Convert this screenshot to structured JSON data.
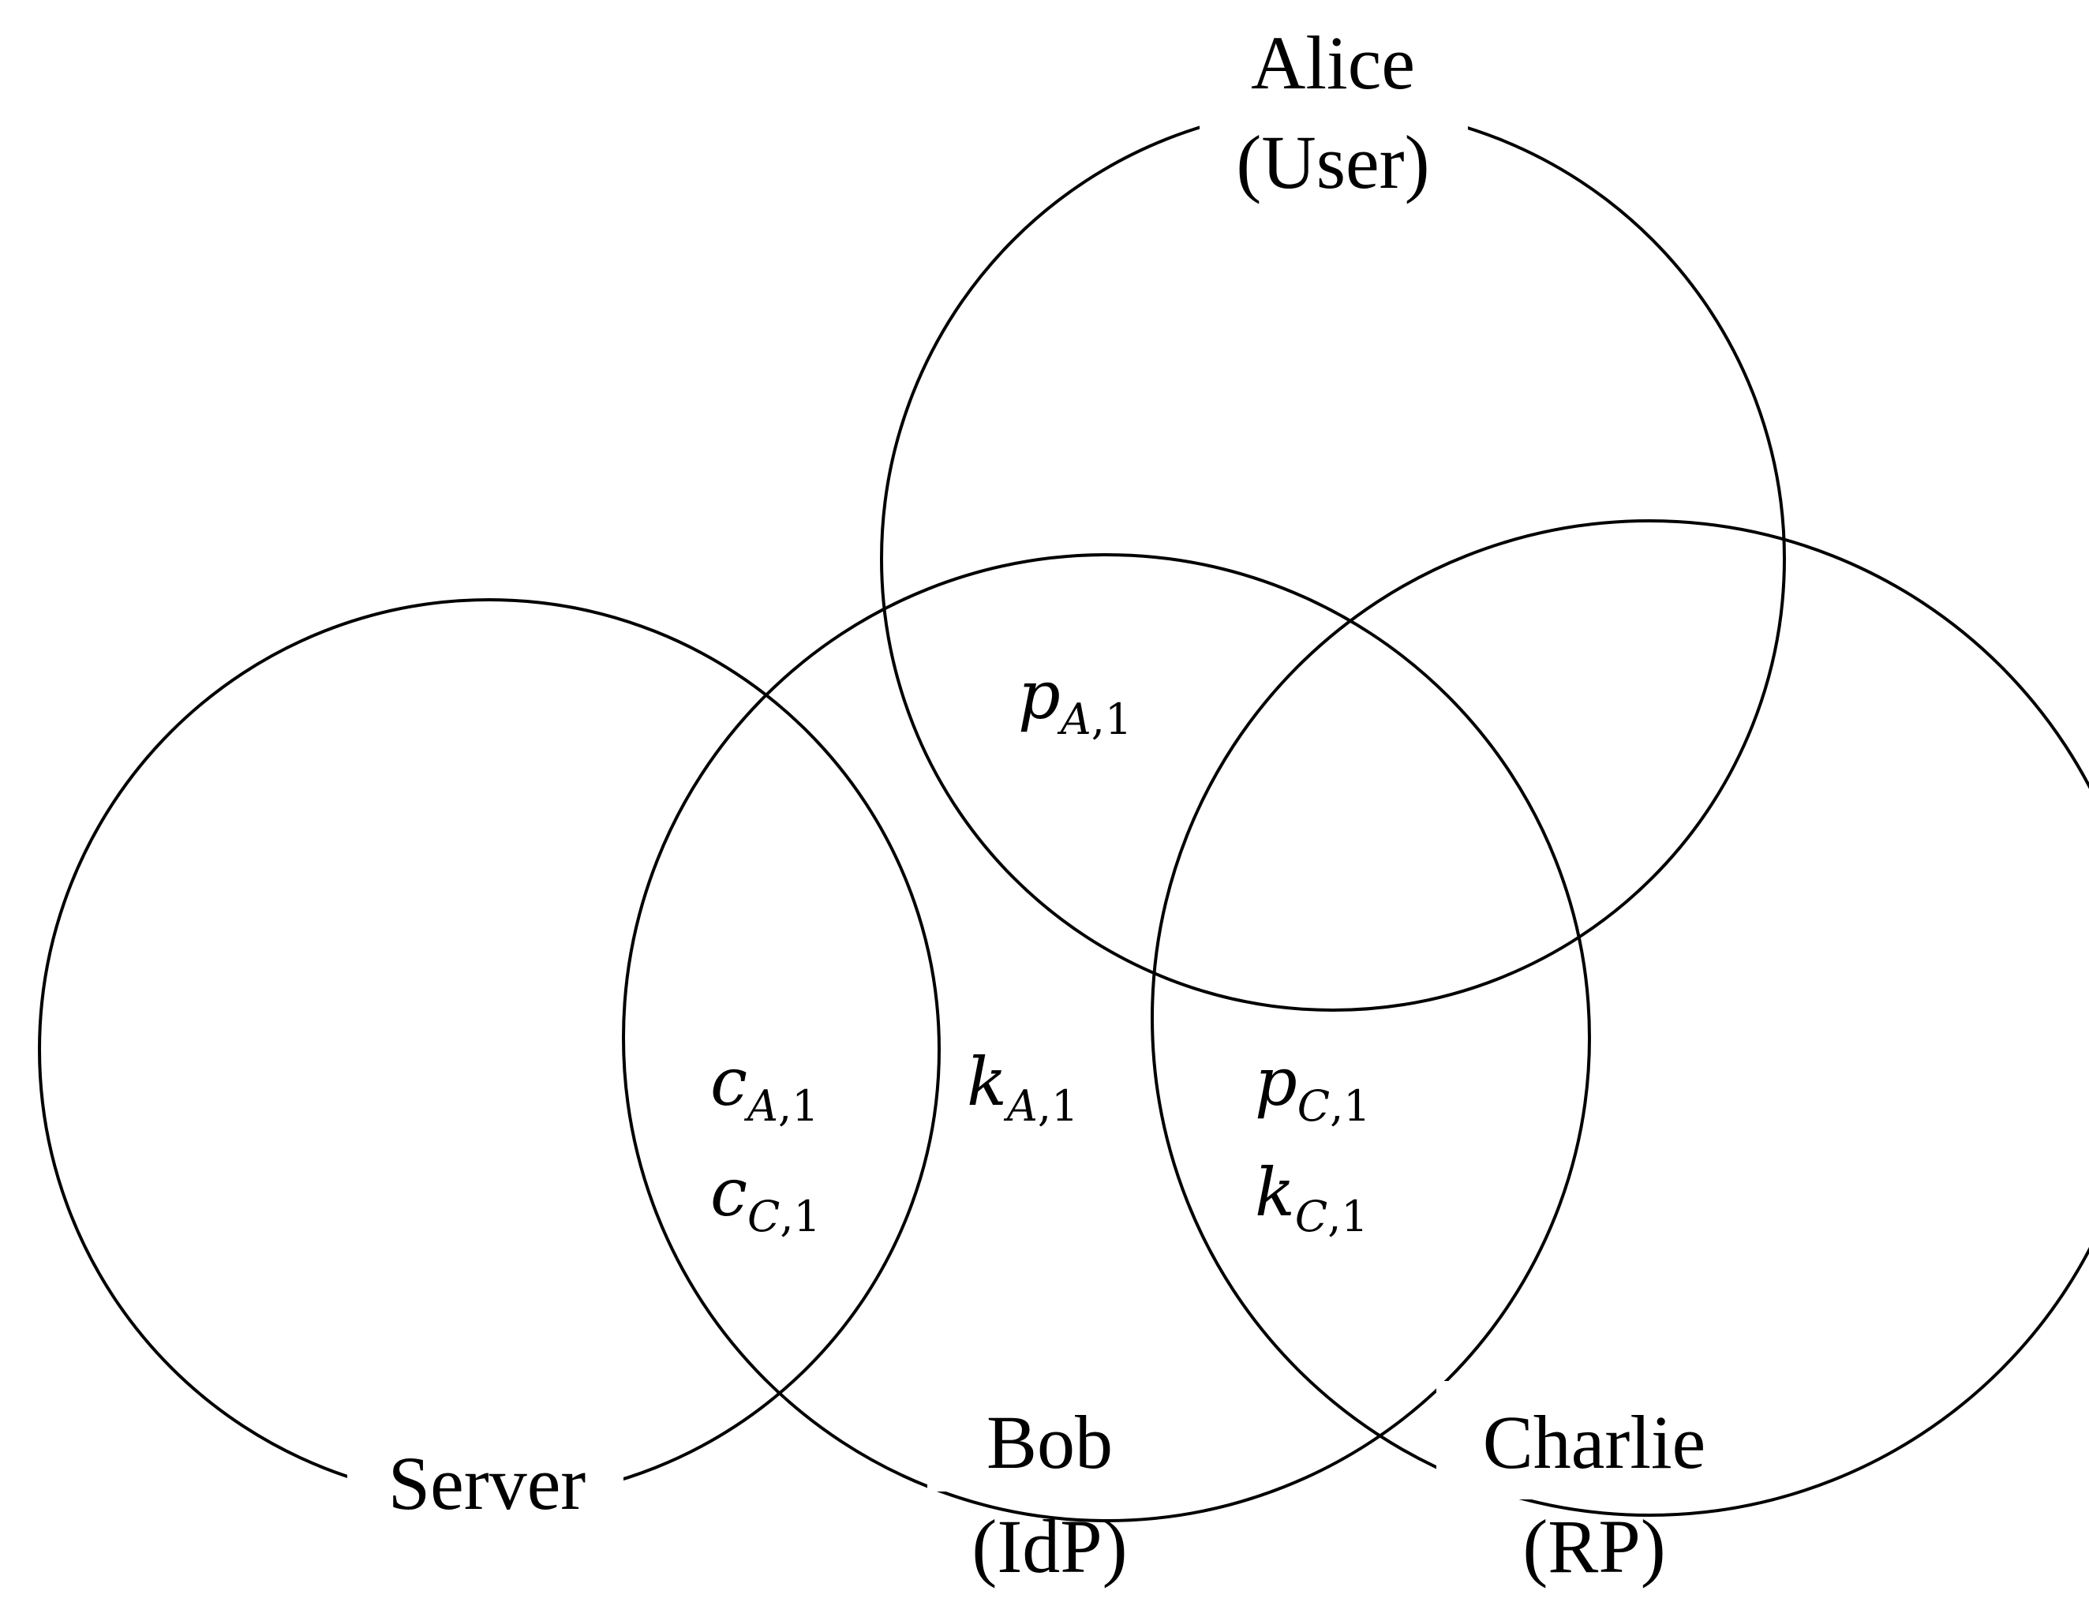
{
  "parties": [
    {
      "id": "alice",
      "name": "Alice",
      "role": "(User)"
    },
    {
      "id": "server",
      "name": "Server",
      "role": ""
    },
    {
      "id": "bob",
      "name": "Bob",
      "role": "(IdP)"
    },
    {
      "id": "charlie",
      "name": "Charlie",
      "role": "(RP)"
    }
  ],
  "variables": [
    {
      "id": "p-a-1",
      "symbol": "p",
      "sub_letter": "A",
      "sub_rest": ",1",
      "region": "alice-bob"
    },
    {
      "id": "c-a-1",
      "symbol": "c",
      "sub_letter": "A",
      "sub_rest": ",1",
      "region": "server-bob"
    },
    {
      "id": "c-c-1",
      "symbol": "c",
      "sub_letter": "C",
      "sub_rest": ",1",
      "region": "server-bob"
    },
    {
      "id": "k-a-1",
      "symbol": "k",
      "sub_letter": "A",
      "sub_rest": ",1",
      "region": "bob"
    },
    {
      "id": "p-c-1",
      "symbol": "p",
      "sub_letter": "C",
      "sub_rest": ",1",
      "region": "bob-charlie"
    },
    {
      "id": "k-c-1",
      "symbol": "k",
      "sub_letter": "C",
      "sub_rest": ",1",
      "region": "bob-charlie"
    }
  ]
}
